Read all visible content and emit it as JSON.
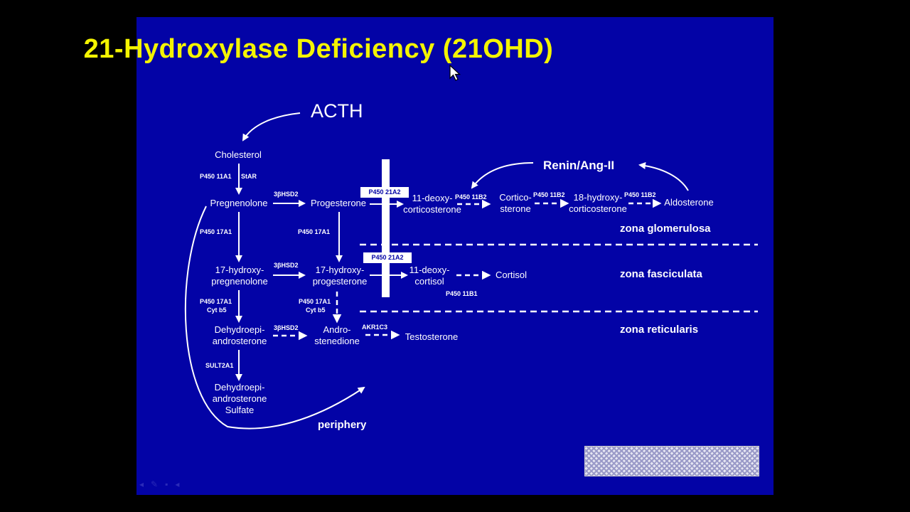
{
  "slide": {
    "title": "21-Hydroxylase Deficiency (21OHD)",
    "stimuli": {
      "acth": "ACTH",
      "renin": "Renin/Ang-II"
    },
    "nodes": {
      "cholesterol": "Cholesterol",
      "pregnenolone": "Pregnenolone",
      "progesterone": "Progesterone",
      "deoxycorticosterone_1": "11-deoxy-",
      "deoxycorticosterone_2": "corticosterone",
      "corticosterone_1": "Cortico-",
      "corticosterone_2": "sterone",
      "hydroxycorticosterone_1": "18-hydroxy-",
      "hydroxycorticosterone_2": "corticosterone",
      "aldosterone": "Aldosterone",
      "hydroxypregnenolone_1": "17-hydroxy-",
      "hydroxypregnenolone_2": "pregnenolone",
      "hydroxyprogesterone_1": "17-hydroxy-",
      "hydroxyprogesterone_2": "progesterone",
      "deoxycortisol_1": "11-deoxy-",
      "deoxycortisol_2": "cortisol",
      "cortisol": "Cortisol",
      "dhea_1": "Dehydroepi-",
      "dhea_2": "androsterone",
      "androstenedione_1": "Andro-",
      "androstenedione_2": "stenedione",
      "testosterone": "Testosterone",
      "dheas_1": "Dehydroepi-",
      "dheas_2": "androsterone",
      "dheas_3": "Sulfate",
      "periphery": "periphery"
    },
    "enzymes": {
      "p450_11a1": "P450 11A1",
      "star": "StAR",
      "hsd_1": "3βHSD2",
      "hsd_2": "3βHSD2",
      "hsd_3": "3βHSD2",
      "p17a1_left": "P450 17A1",
      "p17a1_mid": "P450 17A1",
      "p17a1_left_2": "P450 17A1",
      "cytb5_left": "Cyt b5",
      "p17a1_mid_2": "P450 17A1",
      "cytb5_mid": "Cyt b5",
      "sult2a1": "SULT2A1",
      "akr1c3": "AKR1C3",
      "p11b2_1": "P450 11B2",
      "p11b2_2": "P450 11B2",
      "p11b2_3": "P450 11B2",
      "p11b1": "P450 11B1",
      "p21a2_top": "P450 21A2",
      "p21a2_mid": "P450 21A2"
    },
    "zones": {
      "glomerulosa": "zona glomerulosa",
      "fasciculata": "zona fasciculata",
      "reticularis": "zona reticularis"
    }
  },
  "colors": {
    "background": "#000000",
    "slide_background": "#0303a6",
    "title": "#f4f400",
    "text": "#ffffff"
  },
  "icons": [
    "mouse-cursor-icon",
    "slide-control-icons"
  ]
}
